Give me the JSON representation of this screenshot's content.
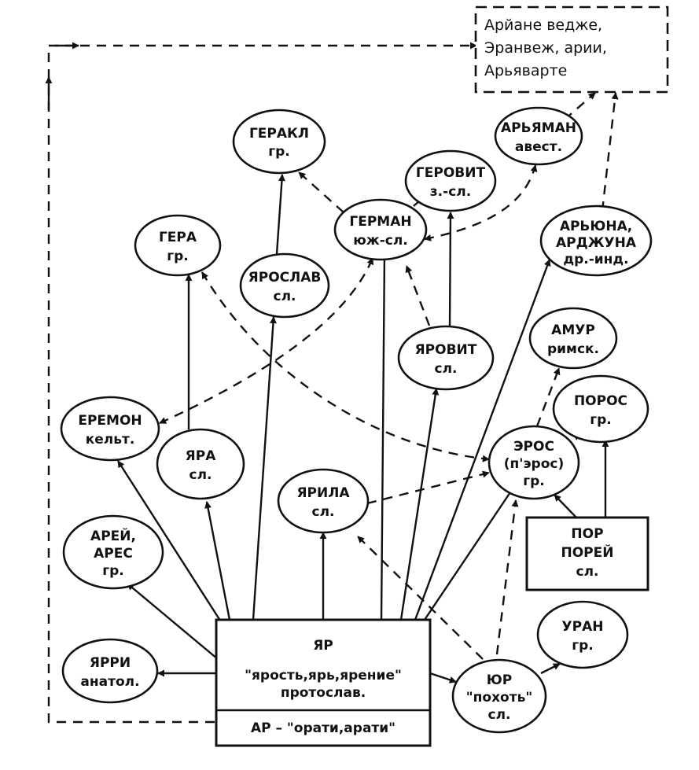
{
  "diagram": {
    "top_box": [
      "Арйане ведже,",
      "Эранвеж, арии,",
      "Арьяварте"
    ],
    "root": {
      "title": "ЯР",
      "line2": "\"ярость,ярь,ярение\"",
      "line3": "протослав.",
      "bottom": "АР – \"орати,арати\""
    },
    "nodes": {
      "gerakl": [
        "ГЕРАКЛ",
        "гр."
      ],
      "arjaman": [
        "АРЬЯМАН",
        "авест."
      ],
      "gerovit": [
        "ГЕРОВИТ",
        "з.-сл."
      ],
      "gera": [
        "ГЕРА",
        "гр."
      ],
      "german": [
        "ГЕРМАН",
        "юж-сл."
      ],
      "jaroslav": [
        "ЯРОСЛАВ",
        "сл."
      ],
      "arjuna": [
        "АРЬЮНА,",
        "АРДЖУНА",
        "др.-инд."
      ],
      "amur": [
        "АМУР",
        "римск."
      ],
      "jarovit": [
        "ЯРОВИТ",
        "сл."
      ],
      "poros": [
        "ПОРОС",
        "гр."
      ],
      "eremon": [
        "ЕРЕМОН",
        "кельт."
      ],
      "jara": [
        "ЯРА",
        "сл."
      ],
      "eros": [
        "ЭРОС",
        "(п'эрос)",
        "гр."
      ],
      "jarila": [
        "ЯРИЛА",
        "сл."
      ],
      "por": [
        "ПОР",
        "ПОРЕЙ",
        "сл."
      ],
      "arej": [
        "АРЕЙ,",
        "АРЕС",
        "гр."
      ],
      "uran": [
        "УРАН",
        "гр."
      ],
      "jarri": [
        "ЯРРИ",
        "анатол."
      ],
      "jur": [
        "ЮР",
        "\"похоть\"",
        "сл."
      ]
    }
  }
}
